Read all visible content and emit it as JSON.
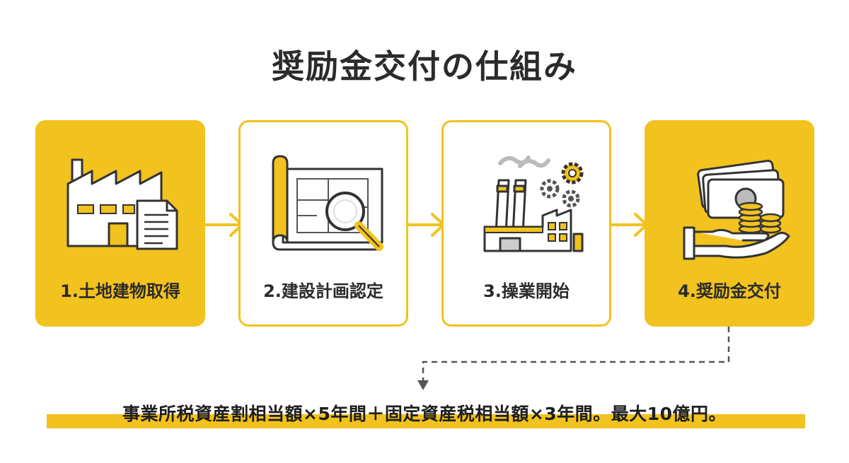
{
  "title": "奨励金交付の仕組み",
  "steps": [
    {
      "label": "1.土地建物取得",
      "icon": "factory-document-icon",
      "style": "filled"
    },
    {
      "label": "2.建設計画認定",
      "icon": "blueprint-magnifier-icon",
      "style": "outline"
    },
    {
      "label": "3.操業開始",
      "icon": "operating-factory-gears-icon",
      "style": "outline"
    },
    {
      "label": "4.奨励金交付",
      "icon": "money-hand-icon",
      "style": "filled"
    }
  ],
  "summary": "事業所税資産割相当額×5年間＋固定資産税相当額×3年間。最大10億円。",
  "colors": {
    "accent": "#F2C21E",
    "text": "#2b2b2b",
    "line": "#555555",
    "icon_stroke": "#333333",
    "icon_fill": "#F2C21E"
  }
}
